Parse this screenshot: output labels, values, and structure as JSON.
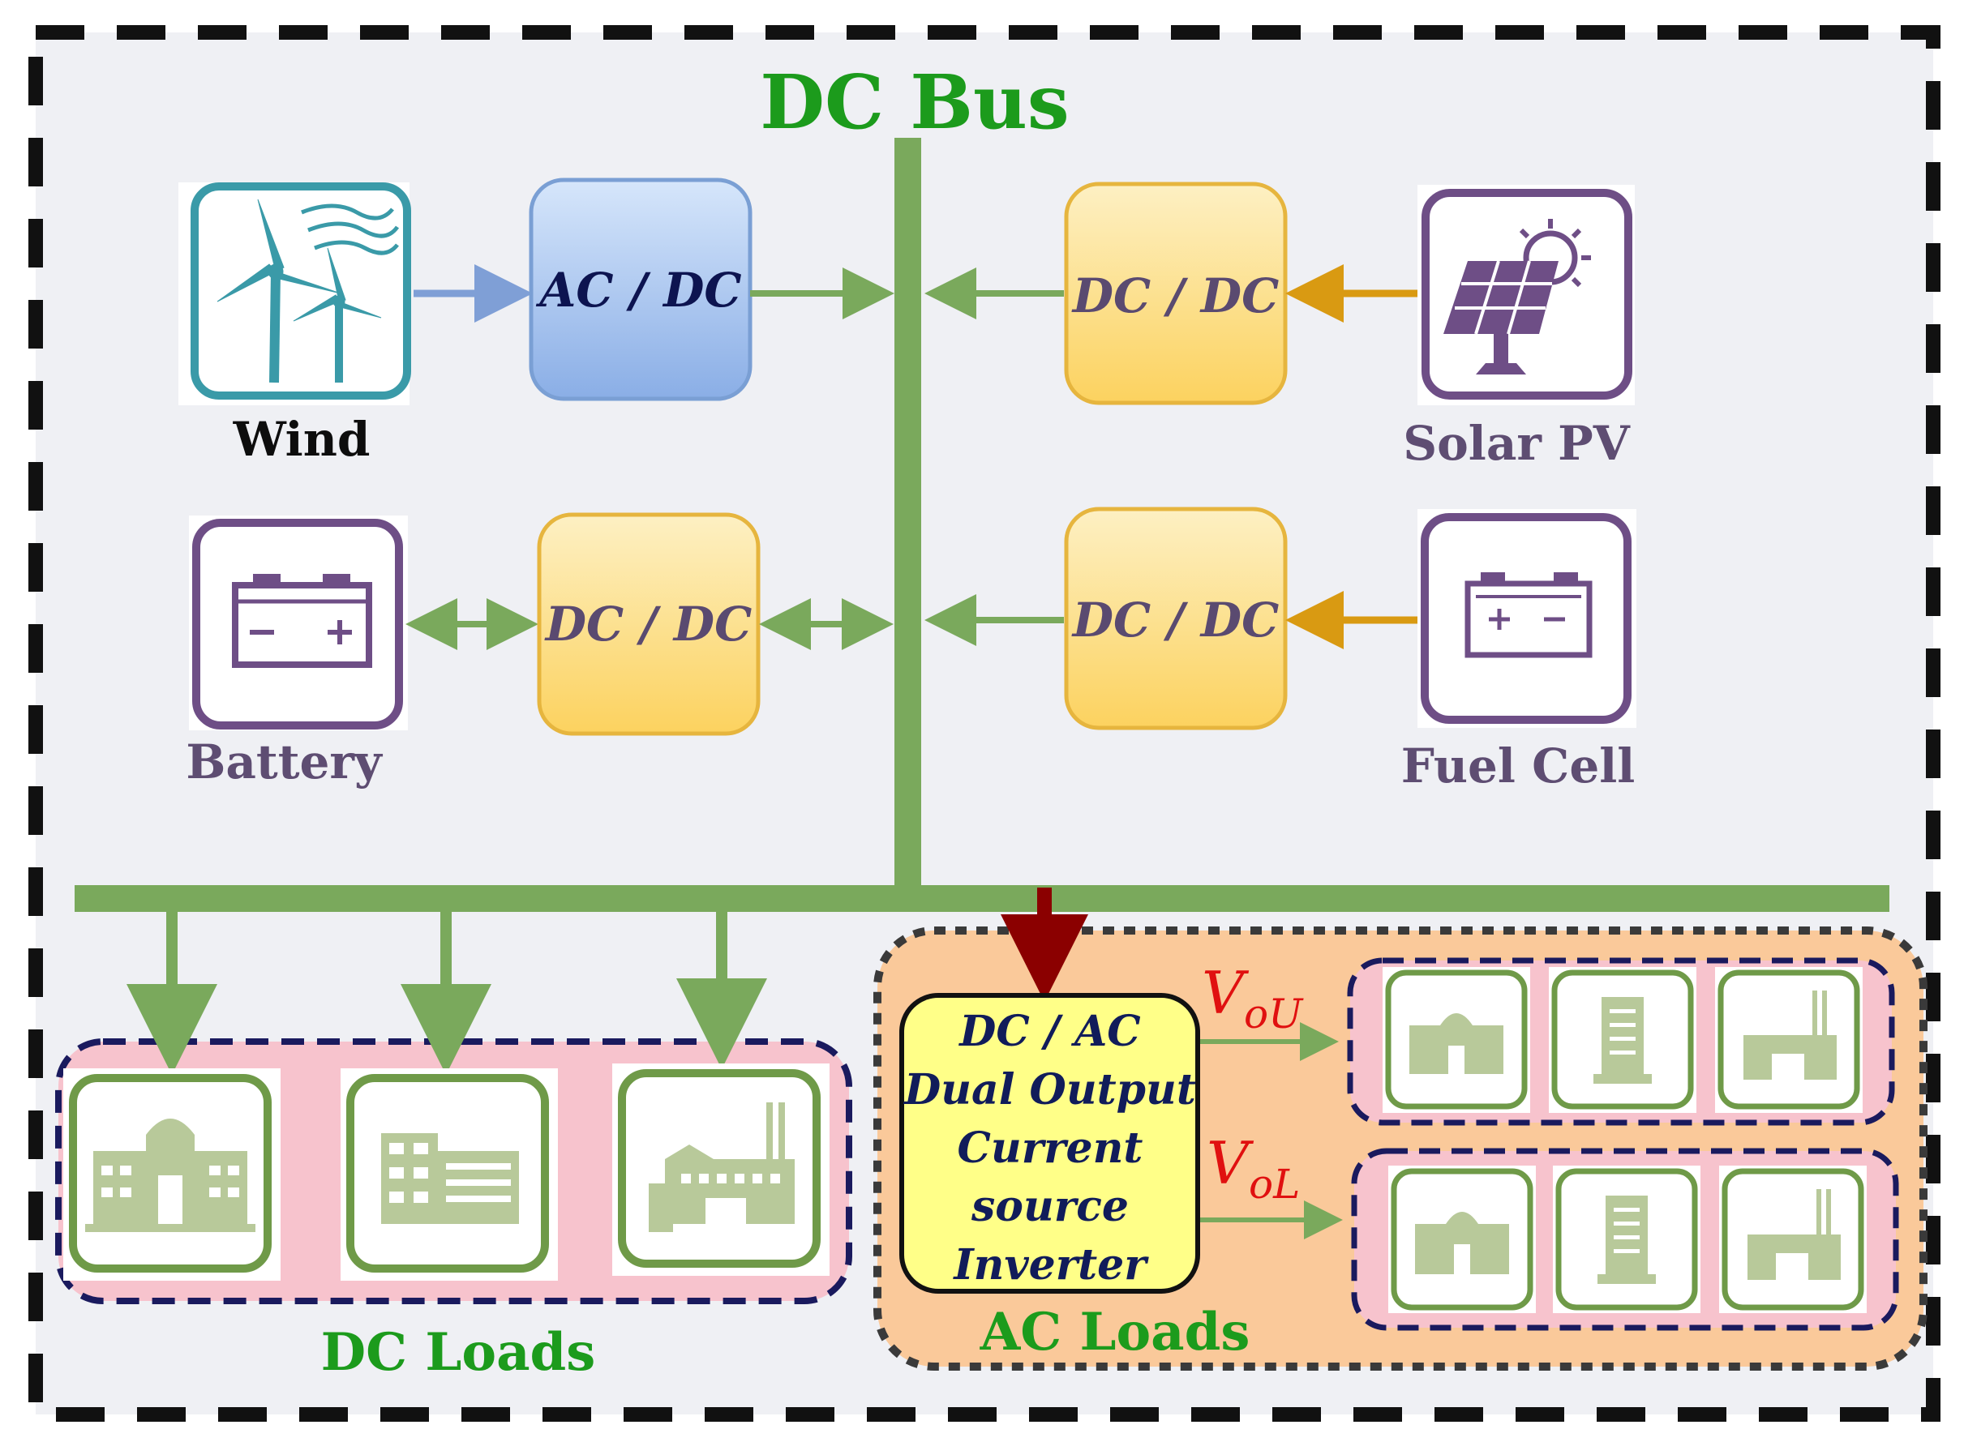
{
  "title": "DC Bus",
  "colors": {
    "bus": "#7aa95c",
    "title": "#1c9b1c",
    "ac_dc_fill": "#8fb4e8",
    "dc_dc_fill": "#fcd36a",
    "inverter_fill": "#ffff88",
    "red_arrow": "#8b0000",
    "output_label": "#e01010",
    "solar_arrow": "#d99a12",
    "wind_arrow": "#7f9fd6",
    "dc_loads_bg": "#f7c3cd",
    "ac_loads_bg": "#fac99a",
    "purple": "#6e4e86",
    "teal": "#3a9aa8",
    "load_green": "#6f9a48"
  },
  "sources": {
    "wind": {
      "label": "Wind",
      "icon": "wind-turbine-icon"
    },
    "solar": {
      "label": "Solar PV",
      "icon": "solar-panel-icon"
    },
    "battery": {
      "label": "Battery",
      "icon": "battery-icon"
    },
    "fuel_cell": {
      "label": "Fuel Cell",
      "icon": "fuel-cell-icon"
    }
  },
  "converters": {
    "wind": "AC / DC",
    "solar": "DC / DC",
    "battery": "DC / DC",
    "fuel_cell": "DC / DC"
  },
  "inverter": {
    "lines": [
      "DC / AC",
      "Dual Output",
      "Current",
      "source",
      "Inverter"
    ]
  },
  "outputs": {
    "upper": {
      "main": "V",
      "sub": "oU"
    },
    "lower": {
      "main": "V",
      "sub": "oL"
    }
  },
  "dc_loads": {
    "label": "DC Loads",
    "icons": [
      "mall-building-icon",
      "office-building-icon",
      "factory-icon"
    ]
  },
  "ac_loads": {
    "label": "AC Loads",
    "upper_icons": [
      "mall-building-icon",
      "tower-building-icon",
      "factory-icon"
    ],
    "lower_icons": [
      "mall-building-icon",
      "tower-building-icon",
      "factory-icon"
    ]
  }
}
